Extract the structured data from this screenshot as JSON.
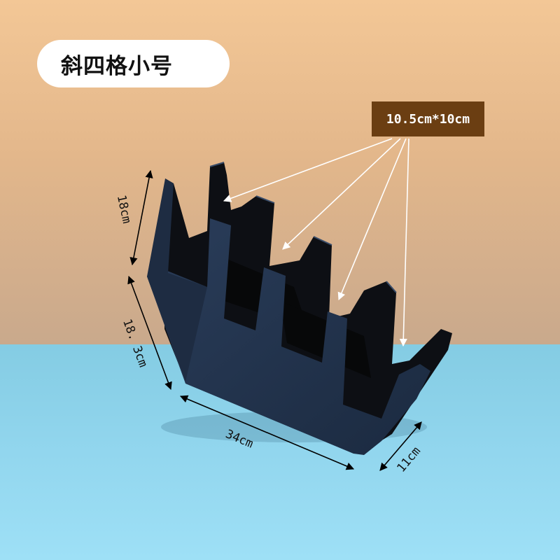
{
  "title": "斜四格小号",
  "callout": "10.5cm*10cm",
  "dimensions": {
    "height_back": "18cm",
    "height_front": "18. 3cm",
    "length": "34cm",
    "depth": "11cm"
  }
}
